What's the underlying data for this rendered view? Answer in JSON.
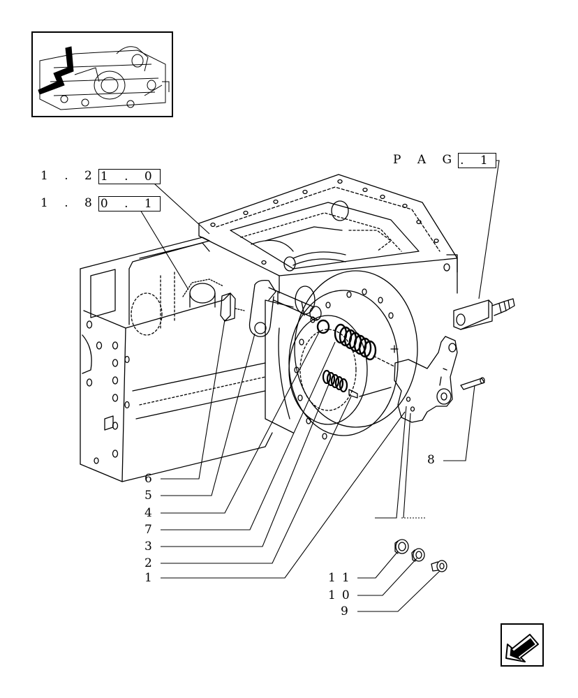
{
  "ref_labels": {
    "ref_1210": {
      "prefix": "1 . 2",
      "boxed": "1 . 0"
    },
    "ref_1801": {
      "prefix": "1 . 8",
      "boxed": "0 . 1"
    },
    "ref_pag": {
      "prefix": "P A G",
      "boxed": ". 1"
    }
  },
  "callouts": [
    "6",
    "5",
    "4",
    "7",
    "3",
    "2",
    "1",
    "8",
    "11",
    "10",
    "9"
  ],
  "icons": {
    "thumbnail": "tractor-overview-thumbnail",
    "nav": "back-arrow-icon"
  }
}
